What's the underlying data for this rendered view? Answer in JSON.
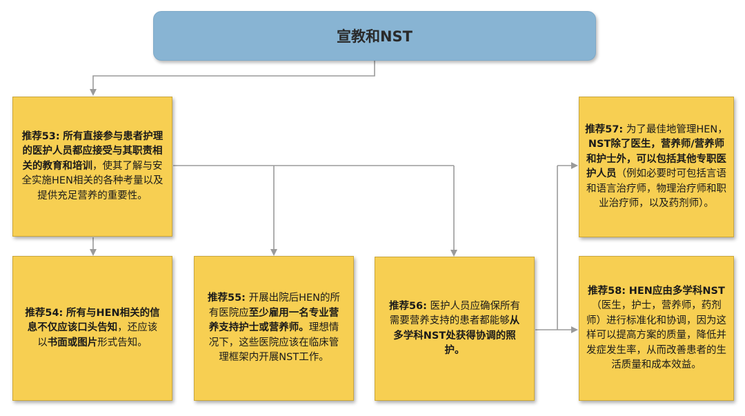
{
  "header": {
    "title": "宣教和NST"
  },
  "boxes": {
    "rec53": {
      "label": "推荐53:",
      "bold_text": "所有直接参与患者护理的医护人员都应接受与其职责相关的教育和培训",
      "text": "，使其了解与安全实施HEN相关的各种考量以及提供充足营养的重要性。"
    },
    "rec54": {
      "label": "推荐54:",
      "bold_text": "所有与HEN相关的信息不仅应该口头告知",
      "text": "，还应该以",
      "bold_text2": "书面或图片",
      "text2": "形式告知。"
    },
    "rec55": {
      "label": "推荐55:",
      "text": "开展出院后HEN的所有医院应",
      "bold_text": "至少雇用一名专业营养支持护士或营养师。",
      "text2": "理想情况下，这些医院应该在临床管理框架内开展NST工作。"
    },
    "rec56": {
      "label": "推荐56:",
      "text": "医护人员应确保所有需要营养支持的患者都能够",
      "bold_text": "从多学科NST处获得协调的照护。"
    },
    "rec57": {
      "label": "推荐57:",
      "text": "为了最佳地管理HEN，",
      "bold_text": "NST除了医生，营养师/营养师和护士外，可以包括其他专职医护人员",
      "text2": "（例如必要时可包括言语和语言治疗师，物理治疗师和职业治疗师，以及药剂师）。"
    },
    "rec58": {
      "label": "推荐58:",
      "bold_text": "HEN应由多学科NST",
      "text": "（医生，护士，营养师，药剂师）进行标准化和协调，因为这样可以提高方案的质量，降低并发症发生率，从而改善患者的生活质量和成本效益。"
    }
  },
  "colors": {
    "header_fill": "#88b4d3",
    "box_fill": "#f7cf52",
    "connector": "#9a9a9a"
  }
}
